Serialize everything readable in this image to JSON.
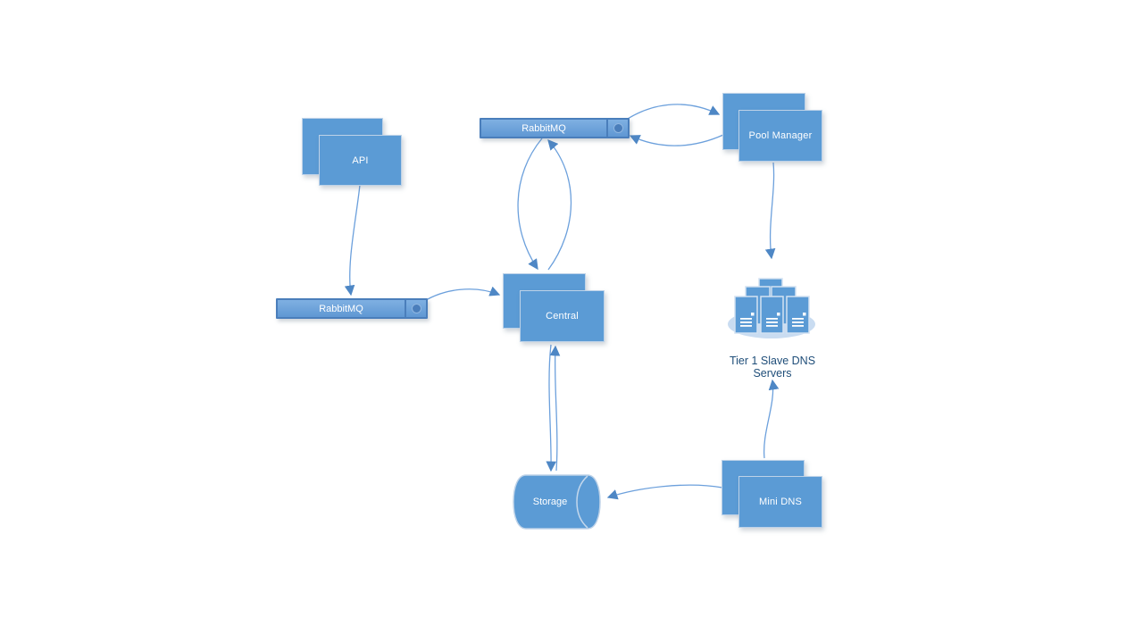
{
  "diagram": {
    "colors": {
      "background": "#ffffff",
      "shape_fill": "#5B9BD5",
      "shape_border": "#BDD2E8",
      "bar_fill": "#6DA2DC",
      "bar_border": "#4A7EBB",
      "connector_line": "#6CA0DC",
      "arrowhead": "#4E87C5",
      "caption_text": "#1F4E79",
      "shape_text": "#FFFFFF",
      "platform_ellipse": "#C9DCF1"
    },
    "nodes": {
      "api": {
        "label": "API"
      },
      "rabbitmq_left": {
        "label": "RabbitMQ"
      },
      "rabbitmq_top": {
        "label": "RabbitMQ"
      },
      "pool_manager": {
        "label": "Pool Manager"
      },
      "central": {
        "label": "Central"
      },
      "storage": {
        "label": "Storage"
      },
      "mini_dns": {
        "label": "Mini DNS"
      },
      "dns_cluster": {
        "label": "Tier 1 Slave DNS Servers"
      }
    },
    "connections": [
      {
        "from": "api",
        "to": "rabbitmq_left",
        "style": "arrow"
      },
      {
        "from": "rabbitmq_left",
        "to": "central",
        "style": "arrow"
      },
      {
        "from": "rabbitmq_top",
        "to": "central",
        "style": "arrow"
      },
      {
        "from": "central",
        "to": "rabbitmq_top",
        "style": "arrow"
      },
      {
        "from": "rabbitmq_top",
        "to": "pool_manager",
        "style": "arrow"
      },
      {
        "from": "pool_manager",
        "to": "rabbitmq_top",
        "style": "arrow"
      },
      {
        "from": "pool_manager",
        "to": "dns_cluster",
        "style": "arrow"
      },
      {
        "from": "central",
        "to": "storage",
        "style": "double-arrow"
      },
      {
        "from": "storage",
        "to": "central",
        "style": "double-arrow"
      },
      {
        "from": "mini_dns",
        "to": "storage",
        "style": "arrow"
      },
      {
        "from": "mini_dns",
        "to": "dns_cluster",
        "style": "arrow"
      }
    ]
  }
}
